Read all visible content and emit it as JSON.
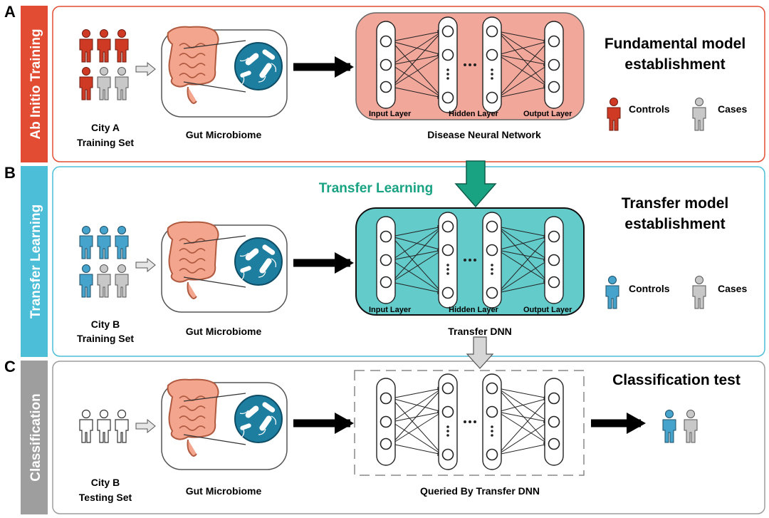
{
  "colors": {
    "red": "#e24c32",
    "teal": "#4dbed8",
    "gray": "#9e9e9e",
    "control_red": "#cf3a24",
    "control_blue": "#45a3cc",
    "case_gray": "#c8c8c8",
    "nn_salmon": "#f2a79b",
    "nn_teal": "#63cbca",
    "transfer_green": "#1aa383",
    "arrow_gray": "#d6d6d6"
  },
  "panels": [
    {
      "letter": "A",
      "side_label": "Ab Initio Training",
      "city_line1": "City A",
      "city_line2": "Training Set",
      "microbiome_label": "Gut Microbiome",
      "network_label": "Disease Neural Network",
      "title_line1": "Fundamental model",
      "title_line2": "establishment",
      "legend_controls": "Controls",
      "legend_cases": "Cases"
    },
    {
      "letter": "B",
      "side_label": "Transfer Learning",
      "city_line1": "City B",
      "city_line2": "Training Set",
      "microbiome_label": "Gut Microbiome",
      "network_label": "Transfer DNN",
      "title_line1": "Transfer model",
      "title_line2": "establishment",
      "legend_controls": "Controls",
      "legend_cases": "Cases"
    },
    {
      "letter": "C",
      "side_label": "Classification",
      "city_line1": "City B",
      "city_line2": "Testing Set",
      "microbiome_label": "Gut Microbiome",
      "network_label": "Queried By Transfer DNN",
      "title_line1": "Classification test"
    }
  ],
  "transfer_learning_label": "Transfer Learning",
  "nn_layers": {
    "input": "Input Layer",
    "hidden": "Hidden Layer",
    "output": "Output Layer"
  }
}
